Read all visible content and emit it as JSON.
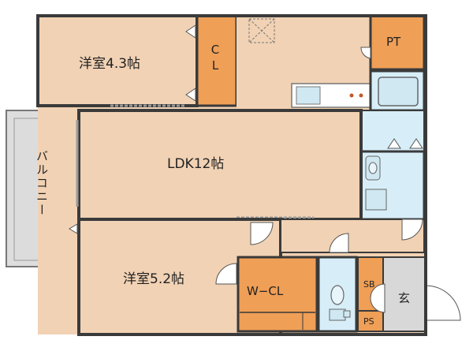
{
  "rooms": {
    "western_room_1": "洋室4.3帖",
    "closet": "CL",
    "pipe_space_top": "PT",
    "ldk": "LDK12帖",
    "balcony": "バルコニー",
    "western_room_2": "洋室5.2帖",
    "walk_in_closet": "W−CL",
    "shoe_box": "SB",
    "entrance": "玄",
    "pipe_space": "PS"
  },
  "colors": {
    "room_fill": "#f1d2b4",
    "closet_fill": "#ef9f56",
    "wet_area_fill": "#d7eef8",
    "balcony_fill": "#dddddd",
    "entrance_fill": "#d8d8d8",
    "wall": "#3a3a3a"
  }
}
